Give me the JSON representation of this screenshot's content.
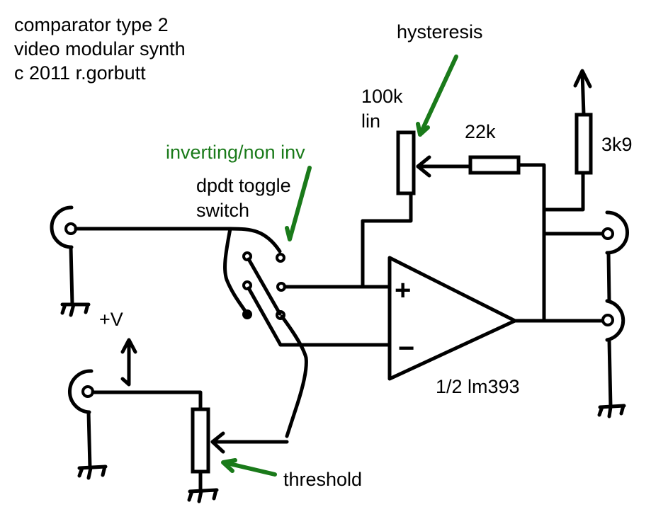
{
  "title": {
    "line1": "comparator type 2",
    "line2": "video modular synth",
    "line3": "c 2011 r.gorbutt"
  },
  "labels": {
    "hysteresis": "hysteresis",
    "pot_hyst_value": "100k",
    "pot_hyst_taper": "lin",
    "r_feedback": "22k",
    "r_pullup": "3k9",
    "inverting": "inverting/non inv",
    "switch_line1": "dpdt toggle",
    "switch_line2": "switch",
    "supply": "+V",
    "comparator": "1/2 lm393",
    "plus": "+",
    "minus": "−",
    "threshold": "threshold"
  },
  "colors": {
    "wire": "#000000",
    "annotation": "#1a7a1a"
  },
  "components": [
    {
      "type": "jack",
      "role": "signal-input"
    },
    {
      "type": "jack",
      "role": "threshold-cv-input"
    },
    {
      "type": "jack",
      "role": "output-1"
    },
    {
      "type": "jack",
      "role": "output-2"
    },
    {
      "type": "potentiometer",
      "value": "100k",
      "taper": "lin",
      "role": "hysteresis"
    },
    {
      "type": "potentiometer",
      "role": "threshold"
    },
    {
      "type": "resistor",
      "value": "22k"
    },
    {
      "type": "resistor",
      "value": "3k9",
      "role": "pull-up"
    },
    {
      "type": "dpdt-switch",
      "role": "inverting/non inv"
    },
    {
      "type": "comparator",
      "part": "1/2 lm393"
    }
  ]
}
